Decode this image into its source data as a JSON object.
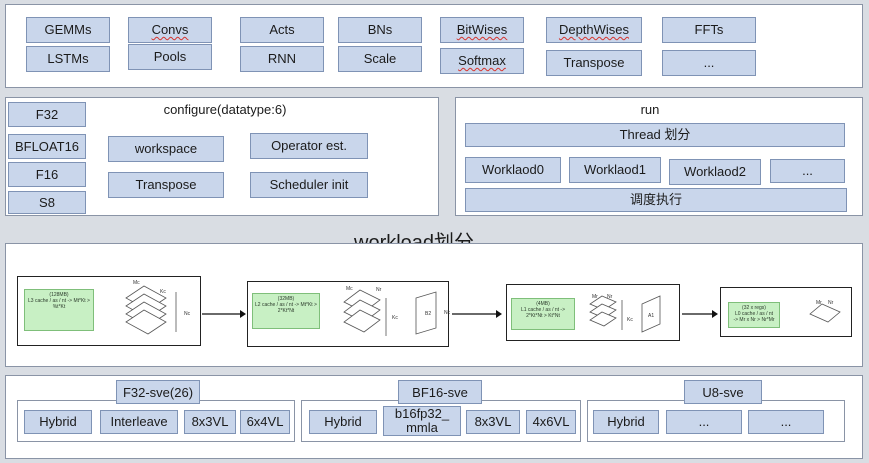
{
  "ops": {
    "row1": [
      "GEMMs",
      "Convs",
      "Acts",
      "BNs",
      "BitWises",
      "DepthWises",
      "FFTs"
    ],
    "row2": [
      "LSTMs",
      "Pools",
      "RNN",
      "Scale",
      "Softmax",
      "Transpose",
      "..."
    ]
  },
  "configure": {
    "title": "configure(datatype:6)",
    "datatypes": [
      "F32",
      "BFLOAT16",
      "F16",
      "S8"
    ],
    "steps": [
      "workspace",
      "Operator est.",
      "Transpose",
      "Scheduler init"
    ]
  },
  "run": {
    "title": "run",
    "thread": "Thread 划分",
    "workloads": [
      "Worklaod0",
      "Worklaod1",
      "Worklaod2",
      "..."
    ],
    "schedule": "调度执行"
  },
  "workload": {
    "title": "workload划分",
    "stages": [
      {
        "cache": "(128MB)\nL3 cache / as / nt -> Mt*Kt > %t*Kt",
        "labels": [
          "Mc",
          "Kc",
          "Nc"
        ]
      },
      {
        "cache": "(32MB)\nL2 cache / as / nt -> Mt*Kt > 2*Kt*Nt",
        "labels": [
          "Mc",
          "Nr",
          "Kc",
          "B2",
          "Nc"
        ]
      },
      {
        "cache": "(4MB)\nL1 cache / as / nt -> 2*Kt*Nt > Kt*Nt",
        "labels": [
          "Mr",
          "Nr",
          "Kc",
          "A1"
        ]
      },
      {
        "cache": "(32 x regs)\nL0 cache / as / nt\n-> Mr x Nr > Nr*Mr",
        "labels": [
          "Mr",
          "Nr"
        ]
      }
    ]
  },
  "backends": [
    {
      "title": "F32-sve(26)",
      "items": [
        "Hybrid",
        "Interleave",
        "8x3VL",
        "6x4VL"
      ]
    },
    {
      "title": "BF16-sve",
      "items": [
        "Hybrid",
        "b16fp32_\nmmla",
        "8x3VL",
        "4x6VL"
      ]
    },
    {
      "title": "U8-sve",
      "items": [
        "Hybrid",
        "...",
        "..."
      ]
    }
  ],
  "colors": {
    "box": "#c9d6eb",
    "cache": "#c8f0c4",
    "panel": "#ffffff"
  }
}
